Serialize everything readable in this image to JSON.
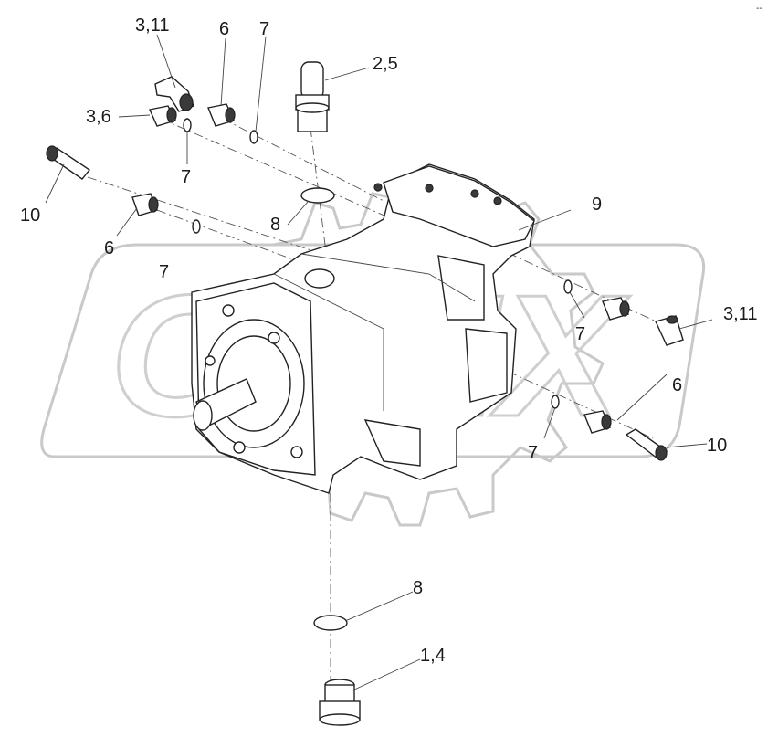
{
  "corner_mark": "--",
  "watermark_text": "OPEX",
  "callouts": [
    {
      "id": "c-3-11-top",
      "text": "3,11"
    },
    {
      "id": "c-6-top",
      "text": "6"
    },
    {
      "id": "c-7-top",
      "text": "7"
    },
    {
      "id": "c-2-5",
      "text": "2,5"
    },
    {
      "id": "c-3-6",
      "text": "3,6"
    },
    {
      "id": "c-7-upper-left",
      "text": "7"
    },
    {
      "id": "c-10-left",
      "text": "10"
    },
    {
      "id": "c-8-upper",
      "text": "8"
    },
    {
      "id": "c-9",
      "text": "9"
    },
    {
      "id": "c-6-left",
      "text": "6"
    },
    {
      "id": "c-7-left",
      "text": "7"
    },
    {
      "id": "c-3-11-right",
      "text": "3,11"
    },
    {
      "id": "c-7-right",
      "text": "7"
    },
    {
      "id": "c-6-right",
      "text": "6"
    },
    {
      "id": "c-7-lower-right",
      "text": "7"
    },
    {
      "id": "c-10-right",
      "text": "10"
    },
    {
      "id": "c-8-lower",
      "text": "8"
    },
    {
      "id": "c-1-4",
      "text": "1,4"
    }
  ]
}
